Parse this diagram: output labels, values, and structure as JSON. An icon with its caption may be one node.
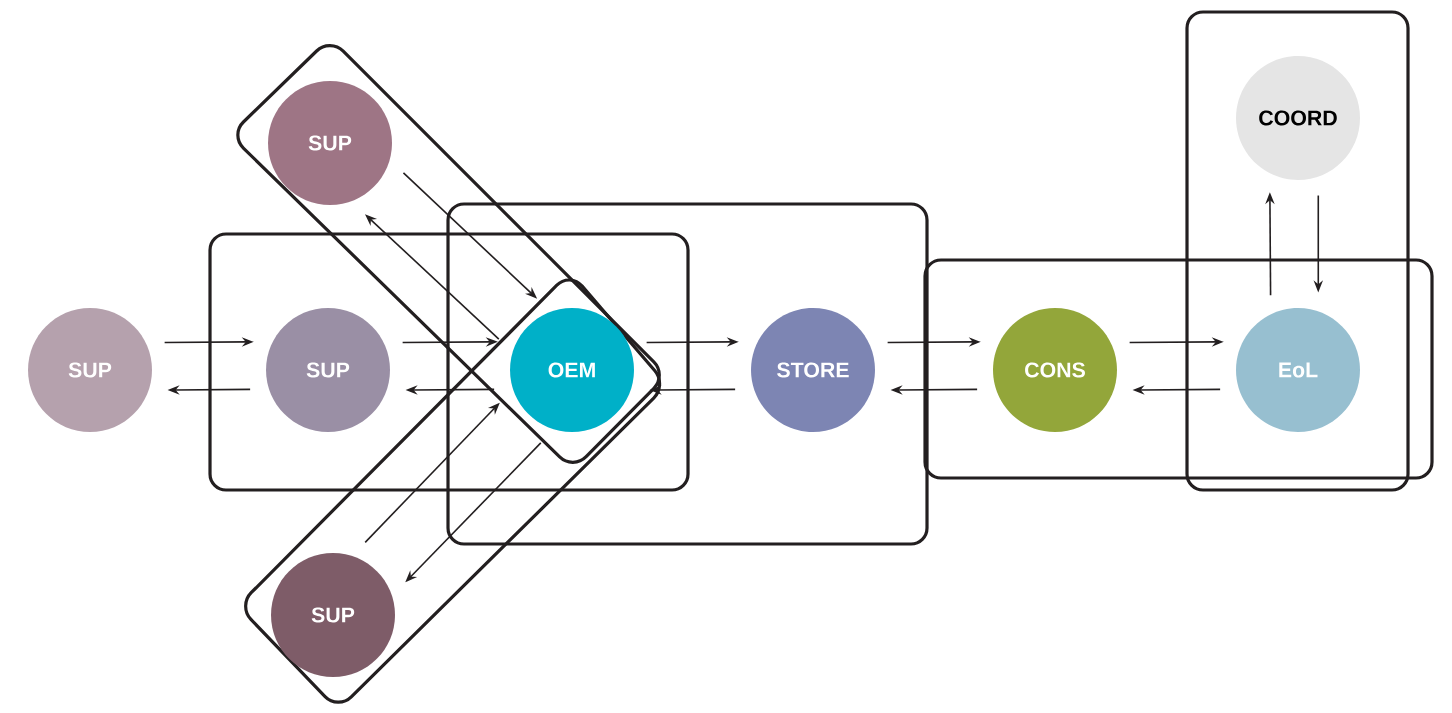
{
  "diagram": {
    "nodes": [
      {
        "text": [
          "SUP"
        ]
      },
      {
        "text": [
          "SUP"
        ]
      },
      {
        "text": [
          "SUP"
        ]
      },
      {
        "text": [
          "OEM"
        ]
      },
      {
        "text": [
          "SUP"
        ]
      },
      {
        "text": [
          "STORE"
        ]
      },
      {
        "text": [
          "CONS"
        ]
      },
      {
        "text": [
          "EoL"
        ]
      },
      {
        "text": [
          "COORD"
        ]
      }
    ],
    "edges": [
      {
        "from": 0,
        "to": 1,
        "arrow": "to"
      },
      {
        "from": 1,
        "to": 0,
        "arrow": "to"
      },
      {
        "from": 1,
        "to": 3,
        "arrow": "to"
      },
      {
        "from": 3,
        "to": 1,
        "arrow": "to"
      },
      {
        "from": 2,
        "to": 3,
        "arrow": "to"
      },
      {
        "from": 3,
        "to": 2,
        "arrow": "to"
      },
      {
        "from": 4,
        "to": 3,
        "arrow": "to"
      },
      {
        "from": 3,
        "to": 4,
        "arrow": "to"
      },
      {
        "from": 3,
        "to": 5,
        "arrow": "to"
      },
      {
        "from": 5,
        "to": 3,
        "arrow": "to"
      },
      {
        "from": 5,
        "to": 6,
        "arrow": "to"
      },
      {
        "from": 6,
        "to": 5,
        "arrow": "to"
      },
      {
        "from": 6,
        "to": 7,
        "arrow": "to"
      },
      {
        "from": 7,
        "to": 6,
        "arrow": "to"
      },
      {
        "from": 7,
        "to": 8,
        "arrow": "to"
      },
      {
        "from": 8,
        "to": 7,
        "arrow": "to"
      }
    ]
  }
}
